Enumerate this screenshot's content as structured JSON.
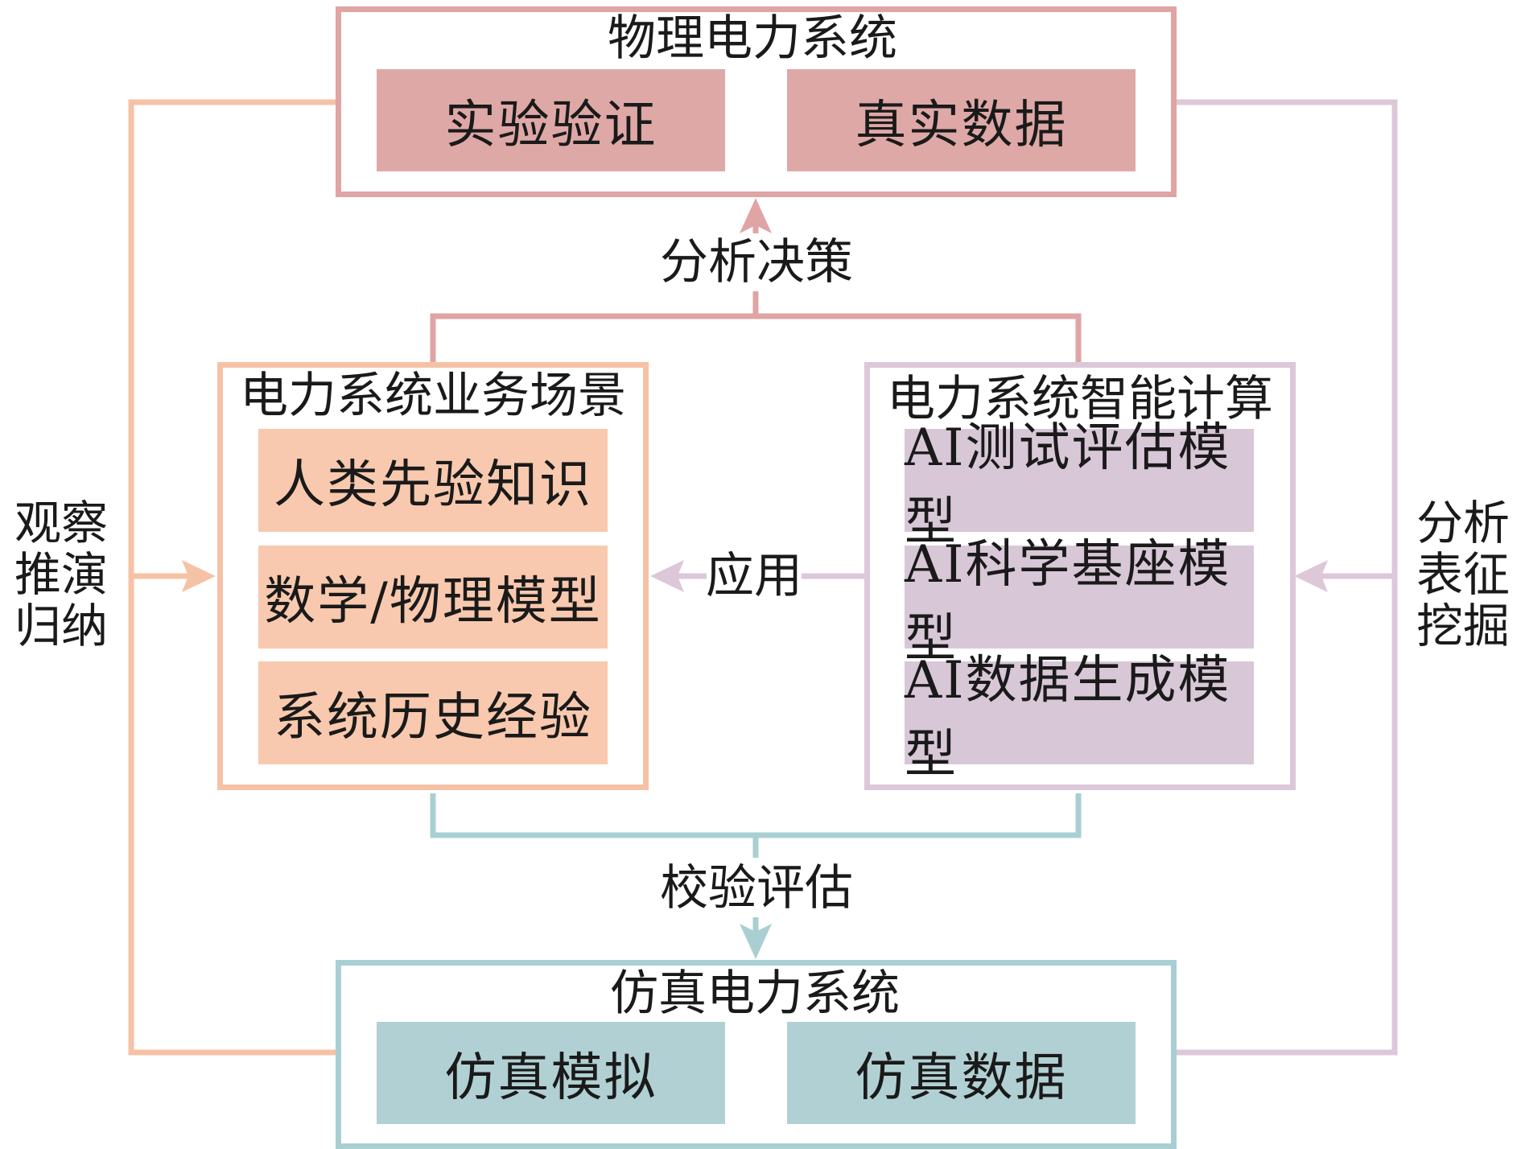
{
  "physical_system": {
    "title": "物理电力系统",
    "items": [
      "实验验证",
      "真实数据"
    ],
    "color": "#e0a4a4"
  },
  "simulation_system": {
    "title": "仿真电力系统",
    "items": [
      "仿真模拟",
      "仿真数据"
    ],
    "color": "#a9cfd2"
  },
  "business_scenario": {
    "title": "电力系统业务场景",
    "items": [
      "人类先验知识",
      "数学/物理模型",
      "系统历史经验"
    ],
    "color": "#f6c2a6"
  },
  "intelligent_computing": {
    "title": "电力系统智能计算",
    "items": [
      "AI测试评估模型",
      "AI科学基座模型",
      "AI数据生成模型"
    ],
    "color": "#dcc8d8"
  },
  "flows": {
    "analysis_decision": "分析决策",
    "verify_evaluate": "校验评估",
    "apply": "应用",
    "left_lines": [
      "观察",
      "推演",
      "归纳"
    ],
    "right_lines": [
      "分析",
      "表征",
      "挖掘"
    ]
  }
}
